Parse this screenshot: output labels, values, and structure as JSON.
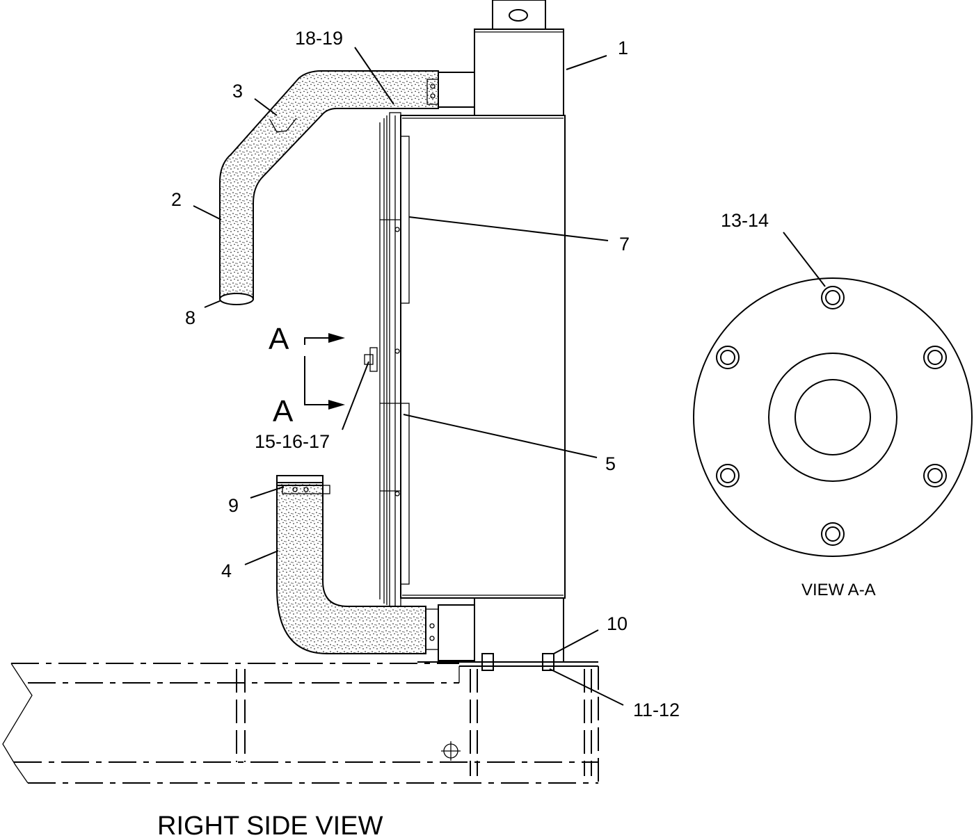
{
  "callouts": {
    "c1": "1",
    "c2": "2",
    "c3": "3",
    "c4": "4",
    "c5": "5",
    "c7": "7",
    "c8": "8",
    "c9": "9",
    "c10": "10",
    "c11_12": "11-12",
    "c13_14": "13-14",
    "c15_16_17": "15-16-17",
    "c18_19": "18-19"
  },
  "section_marker": {
    "top": "A",
    "bottom": "A"
  },
  "views": {
    "main_title": "RIGHT SIDE VIEW",
    "detail_title": "VIEW A-A"
  },
  "colors": {
    "line": "#000000",
    "background": "#ffffff"
  }
}
